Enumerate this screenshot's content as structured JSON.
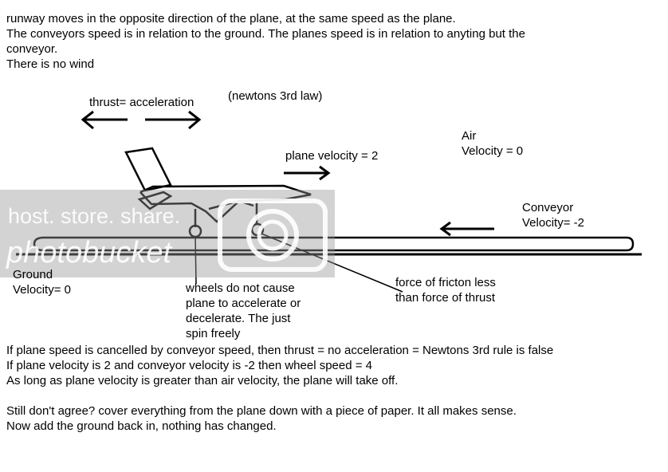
{
  "header": {
    "line1": "runway moves in the opposite direction of the plane, at the same speed as the plane.",
    "line2": "The conveyors speed is in relation to the ground. The planes speed is in relation to anyting but the",
    "line3": "conveyor.",
    "line4": "There is no wind"
  },
  "labels": {
    "thrust": "thrust= acceleration",
    "newton": "(newtons 3rd law)",
    "plane_velocity": "plane velocity = 2",
    "air_line1": "Air",
    "air_line2": "Velocity = 0",
    "conveyor_line1": "Conveyor",
    "conveyor_line2": "Velocity= -2",
    "ground_line1": "Ground",
    "ground_line2": "Velocity= 0",
    "wheels_line1": "wheels do not cause",
    "wheels_line2": "plane to accelerate or",
    "wheels_line3": "decelerate. The just",
    "wheels_line4": "spin freely",
    "friction_line1": "force of fricton less",
    "friction_line2": "than force of thrust"
  },
  "conclusion": {
    "line1": "If plane speed is cancelled by conveyor speed, then thrust = no acceleration = Newtons 3rd rule is false",
    "line2": "If plane velocity is 2 and conveyor velocity is -2 then wheel speed = 4",
    "line3": "As long as plane velocity is greater than air velocity, the plane will take off.",
    "line4": "Still don't agree? cover everything from the plane down with a piece of paper. It all makes sense.",
    "line5": "Now add the ground back in, nothing has changed."
  },
  "watermark": {
    "line1": "host. store. share.",
    "line2": "photobucket"
  },
  "icons": {
    "arrows": "arrow-icon",
    "plane": "airplane-icon",
    "camera": "camera-logo-icon"
  }
}
